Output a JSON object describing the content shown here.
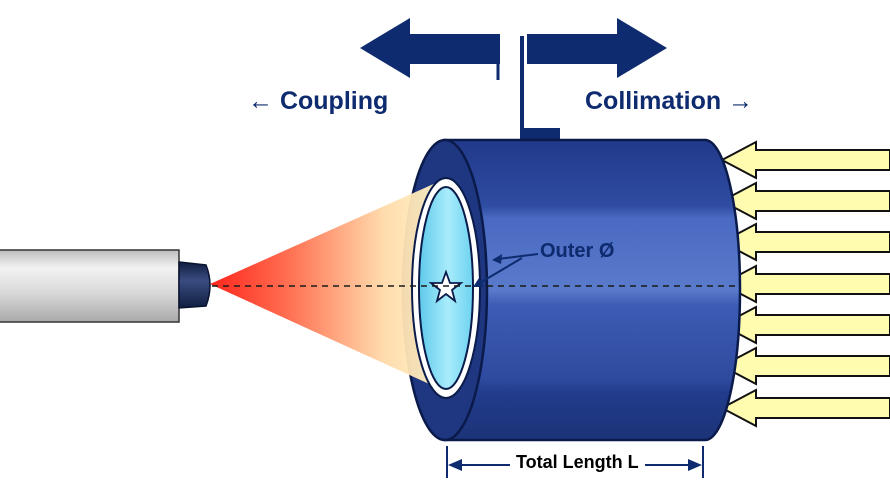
{
  "labels": {
    "coupling": "← Coupling",
    "collimation": "Collimation →",
    "outer_diameter": "Outer Ø",
    "total_length": "Total Length L"
  },
  "colors": {
    "text": "#0d2b6e",
    "arrow": "#0d2b6e",
    "cylinder": "#2d4a9e",
    "cylinder_highlight": "#4d6dc4",
    "cylinder_shadow": "#1f3680",
    "lens": "#7fdcf5",
    "beam_red": "#ff2a1a",
    "beam_yellow": "#fff2b8",
    "incoming_light": "#fffdb0",
    "fiber_body": "#d5d5d5",
    "fiber_tip": "#1a2a55"
  },
  "icons": {
    "focus": "star-icon"
  }
}
